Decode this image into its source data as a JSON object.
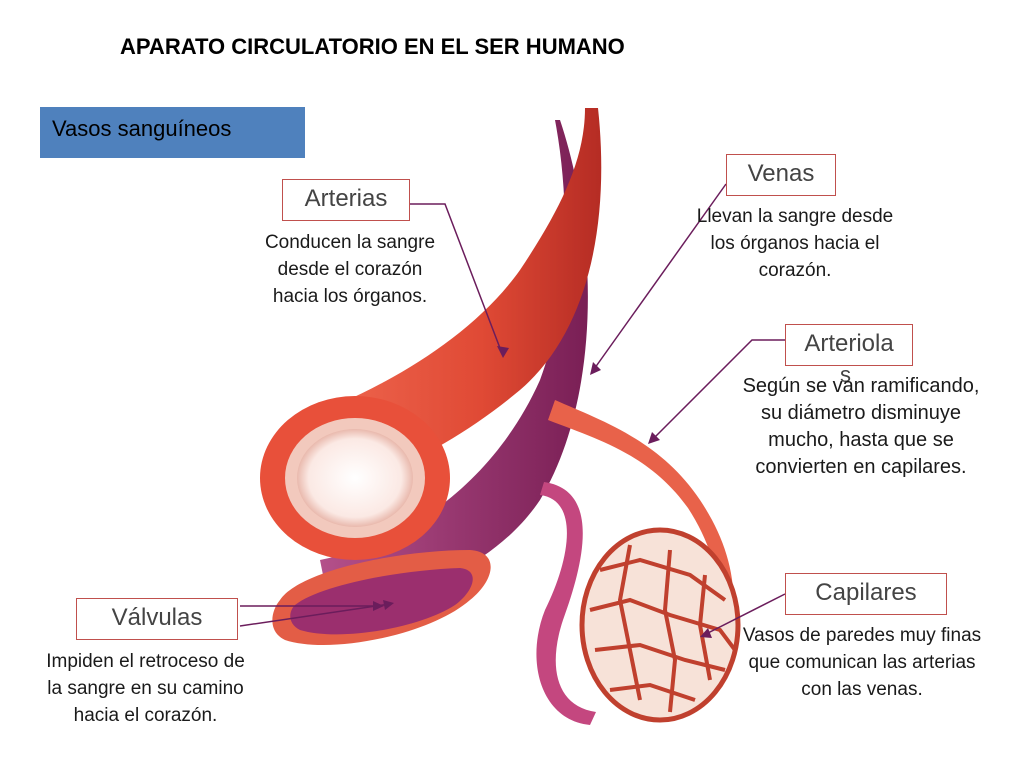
{
  "title": "APARATO CIRCULATORIO EN EL SER HUMANO",
  "banner": "Vasos sanguíneos",
  "labels": {
    "arterias": {
      "name": "Arterias",
      "desc": "Conducen la sangre desde el corazón hacia los órganos."
    },
    "venas": {
      "name": "Venas",
      "desc": "Llevan la sangre desde los órganos hacia el corazón."
    },
    "arteriolas": {
      "name": "Arteriola",
      "name_wrap": "s",
      "desc": "Según se van ramificando, su diámetro disminuye mucho, hasta que se convierten en capilares."
    },
    "capilares": {
      "name": "Capilares",
      "desc": "Vasos de paredes muy finas que comunican las arterias con las venas."
    },
    "valvulas": {
      "name": "Válvulas",
      "desc": "Impiden el retroceso de la sangre en su camino hacia el corazón."
    }
  },
  "colors": {
    "artery": "#e8503a",
    "artery_dark": "#b52c24",
    "vein": "#9b2f6e",
    "vein_light": "#b4508a",
    "banner": "#4f81bd",
    "leader": "#6b1d5c",
    "box_border": "#c0504d"
  }
}
